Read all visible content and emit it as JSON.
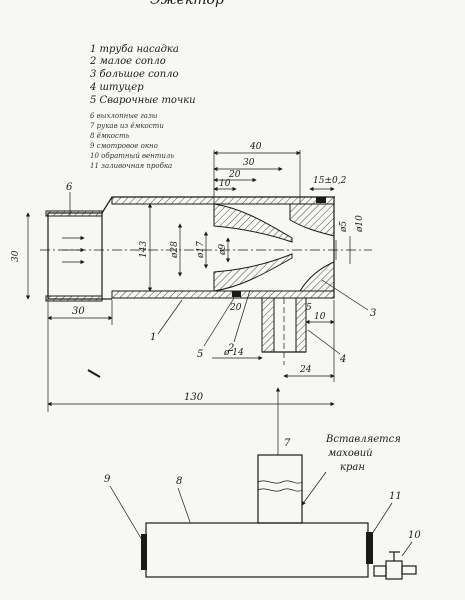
{
  "title": "Эжектор",
  "legend": {
    "items": [
      "1 труба насадка",
      "2 малое сопло",
      "3 большое сопло",
      "4 штуцер",
      "5 Сварочные точки"
    ],
    "faint_items": [
      "6 выхлопные газы",
      "7 рукав из ёмкости",
      "8 ёмкость",
      "9 смотровое окно",
      "10 обратный вентиль",
      "11 заливочная пробка"
    ]
  },
  "dimensions": {
    "d40": "40",
    "d30_top": "30",
    "d20_top": "20",
    "d10_top": "10",
    "d15": "15±0,2",
    "d30_left": "30",
    "d30_bottom": "30",
    "d143": "143",
    "d28": "ø28",
    "d17": "ø17",
    "d9": "ø9",
    "d5": "ø5",
    "d10_right": "ø10",
    "d20_bottom": "20",
    "d14": "ø 14",
    "d5_bottom": "5",
    "d10_bottom": "10",
    "d24": "24",
    "d130": "130"
  },
  "callouts": {
    "n1": "1",
    "n2": "2",
    "n3": "3",
    "n4": "4",
    "n5": "5",
    "n6": "6",
    "n7": "7",
    "n8": "8",
    "n9": "9",
    "n10": "10",
    "n11": "11"
  },
  "note": {
    "line1": "Вставляется",
    "line2": "маховий",
    "line3": "кран"
  }
}
